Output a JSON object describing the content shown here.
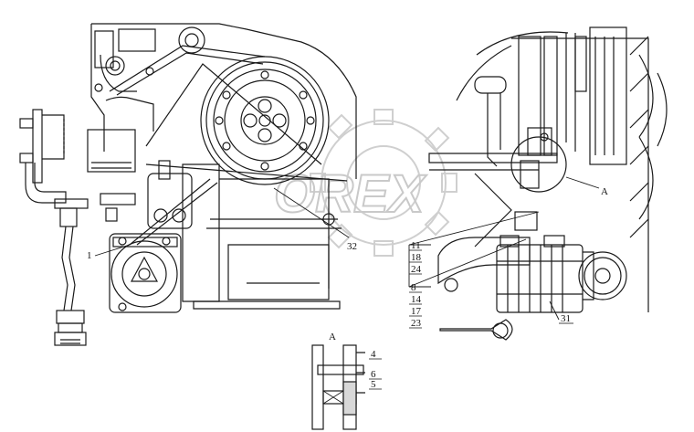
{
  "drawing": {
    "callouts_main": [
      "1",
      "32",
      "11",
      "18",
      "24",
      "8",
      "14",
      "17",
      "23",
      "31"
    ],
    "view_marker": "A",
    "detail_title": "A",
    "callouts_detail": [
      "4",
      "6",
      "5"
    ]
  },
  "watermark": {
    "text": "OREX"
  }
}
